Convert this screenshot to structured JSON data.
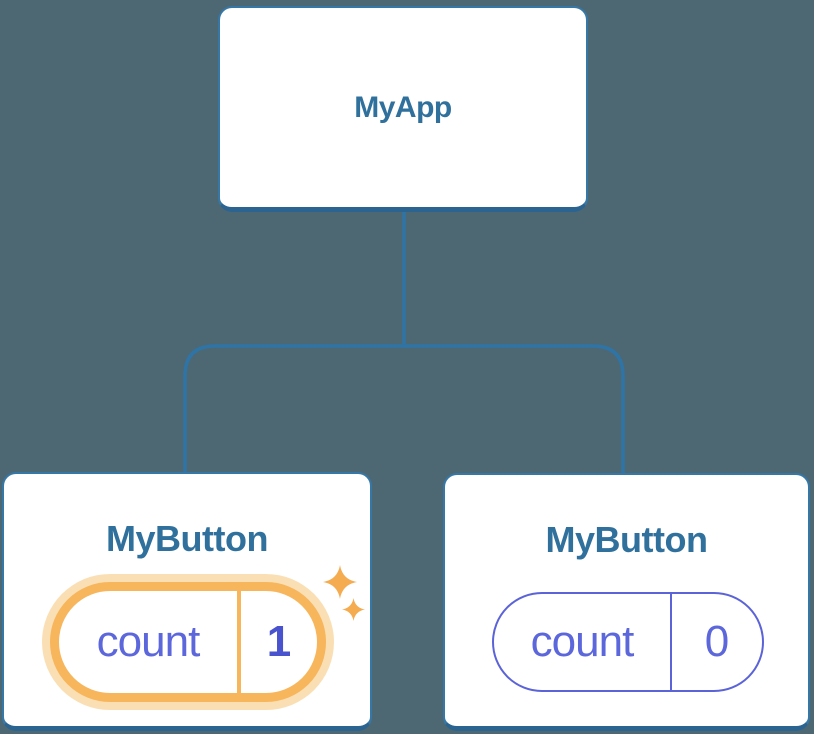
{
  "colors": {
    "background": "#4D6873",
    "connector": "#2E74A6",
    "card_border": "#3578A8",
    "card_border_bottom": "#2B6490",
    "title_text": "#30709C",
    "state_text": "#5C67DC",
    "state_value_highlight": "#4A53CE",
    "pill_border": "#5B63D8",
    "highlight_orange": "#F7B55C",
    "highlight_glow": "#FBDFB4",
    "sparkle": "#F5AB4F"
  },
  "tree": {
    "root": {
      "label": "MyApp"
    },
    "children": [
      {
        "label": "MyButton",
        "state": {
          "key": "count",
          "value": "1"
        },
        "highlighted": true
      },
      {
        "label": "MyButton",
        "state": {
          "key": "count",
          "value": "0"
        },
        "highlighted": false
      }
    ]
  }
}
